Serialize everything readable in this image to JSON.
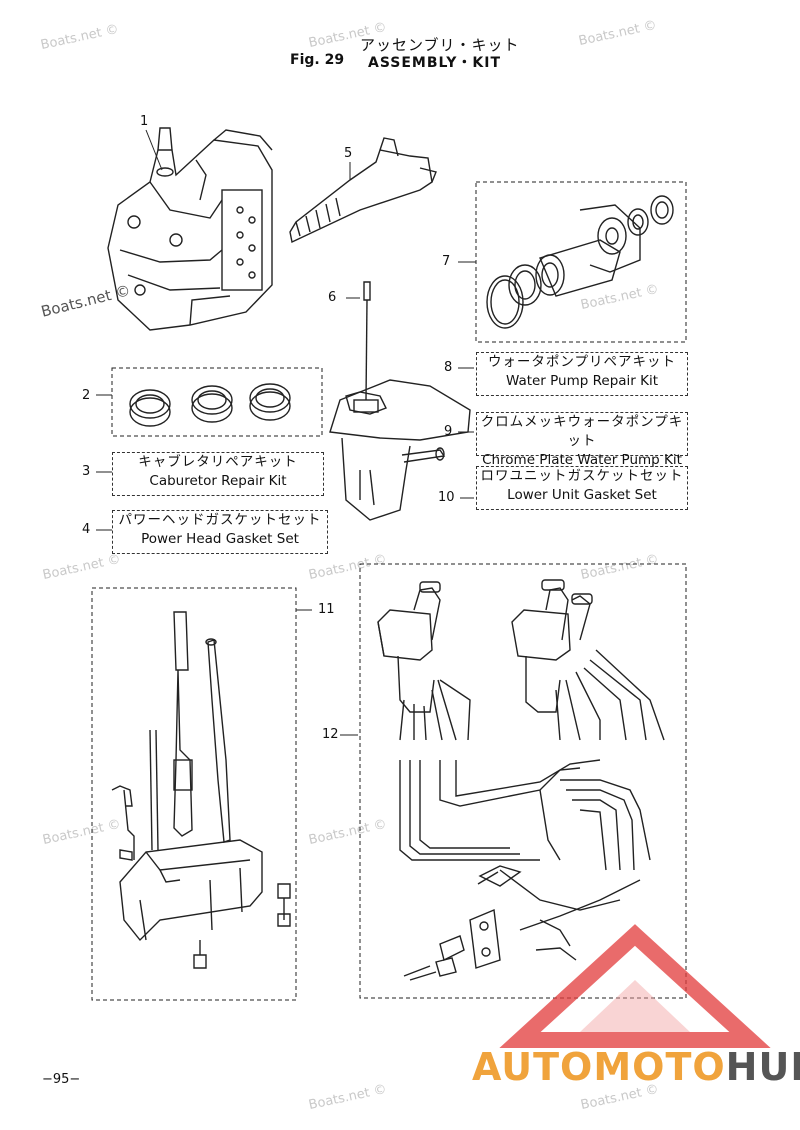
{
  "header": {
    "title_jp": "アッセンブリ・キット",
    "fig_no": "Fig. 29",
    "title_en": "ASSEMBLY・KIT"
  },
  "callouts": [
    {
      "num": "1"
    },
    {
      "num": "2"
    },
    {
      "num": "3"
    },
    {
      "num": "4"
    },
    {
      "num": "5"
    },
    {
      "num": "6"
    },
    {
      "num": "7"
    },
    {
      "num": "8"
    },
    {
      "num": "9"
    },
    {
      "num": "10"
    },
    {
      "num": "11"
    },
    {
      "num": "12"
    }
  ],
  "kits": {
    "k3": {
      "jp": "キャブレタリペアキット",
      "en": "Caburetor Repair Kit"
    },
    "k4": {
      "jp": "パワーヘッドガスケットセット",
      "en": "Power Head Gasket Set"
    },
    "k8": {
      "jp": "ウォータポンプリペアキット",
      "en": "Water Pump Repair Kit"
    },
    "k9": {
      "jp": "クロムメッキウォータポンプキット",
      "en": "Chrome Plate Water Pump Kit"
    },
    "k10": {
      "jp": "ロワユニットガスケットセット",
      "en": "Lower Unit Gasket Set"
    }
  },
  "watermark": "Boats.net ©",
  "page_number": "−95−",
  "logo": {
    "part1": "AUTOMOTO",
    "part2": "HUB",
    "accent": "#f0a33c",
    "triangle": "#e23a3a"
  }
}
